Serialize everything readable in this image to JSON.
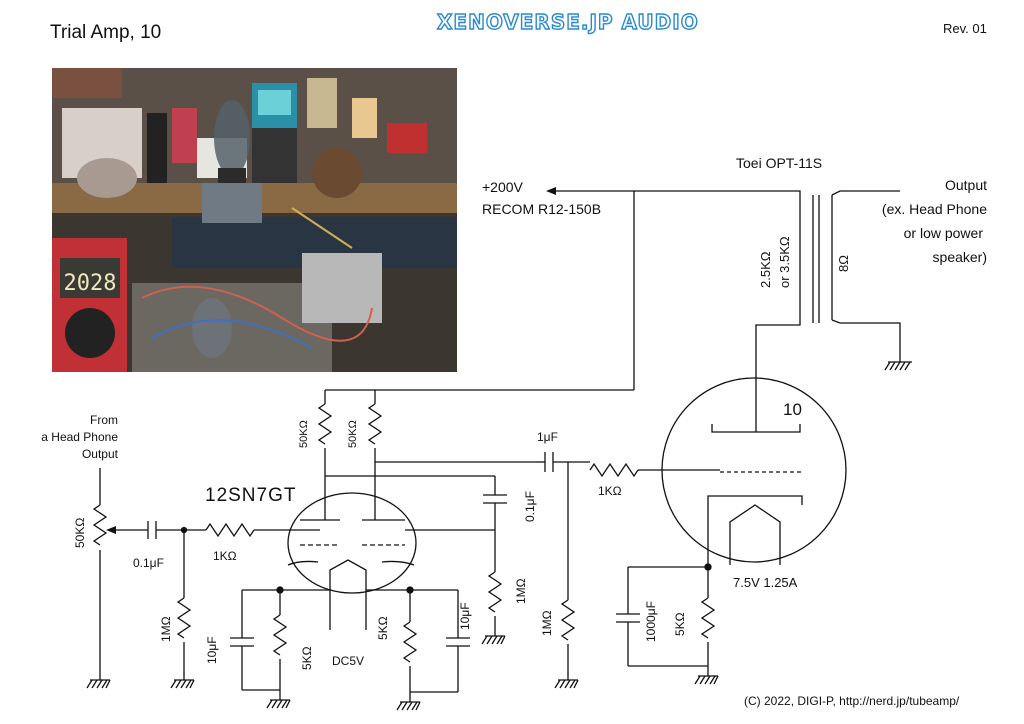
{
  "header": {
    "title": "Trial Amp, 10",
    "brand": "XENOVERSE.JP AUDIO",
    "revision": "Rev. 01"
  },
  "footer": {
    "copyright": "(C) 2022, DIGI-P, http://nerd.jp/tubeamp/"
  },
  "photo": {
    "meter_reading": "2028"
  },
  "schematic": {
    "supply_label": "+200V",
    "supply_source": "RECOM R12-150B",
    "transformer_name": "Toei OPT-11S",
    "primary_impedance_1": "2.5KΩ",
    "primary_impedance_2": "or 3.5KΩ",
    "secondary_impedance": "8Ω",
    "output_label_1": "Output",
    "output_label_2": "(ex. Head Phone",
    "output_label_3": "or low power",
    "output_label_4": "speaker)",
    "input_label_1": "From",
    "input_label_2": "a Head Phone",
    "input_label_3": "Output",
    "input_pot": "50KΩ",
    "input_cap": "0.1μF",
    "grid_stop_1": "1KΩ",
    "driver_tube": "12SN7GT",
    "plate_load_1": "50KΩ",
    "plate_load_2": "50KΩ",
    "coupling_cap_driver": "0.1μF",
    "coupling_cap_output": "1μF",
    "grid_stop_2": "1KΩ",
    "grid_leak_1": "1MΩ",
    "grid_leak_2": "1MΩ",
    "grid_leak_3": "1MΩ",
    "cathode_cap_1": "10μF",
    "cathode_res_1": "5KΩ",
    "cathode_res_2": "5KΩ",
    "cathode_cap_2": "10μF",
    "heater_driver": "DC5V",
    "output_tube": "10",
    "output_cathode_cap": "1000μF",
    "output_cathode_res": "5KΩ",
    "heater_output": "7.5V 1.25A"
  }
}
